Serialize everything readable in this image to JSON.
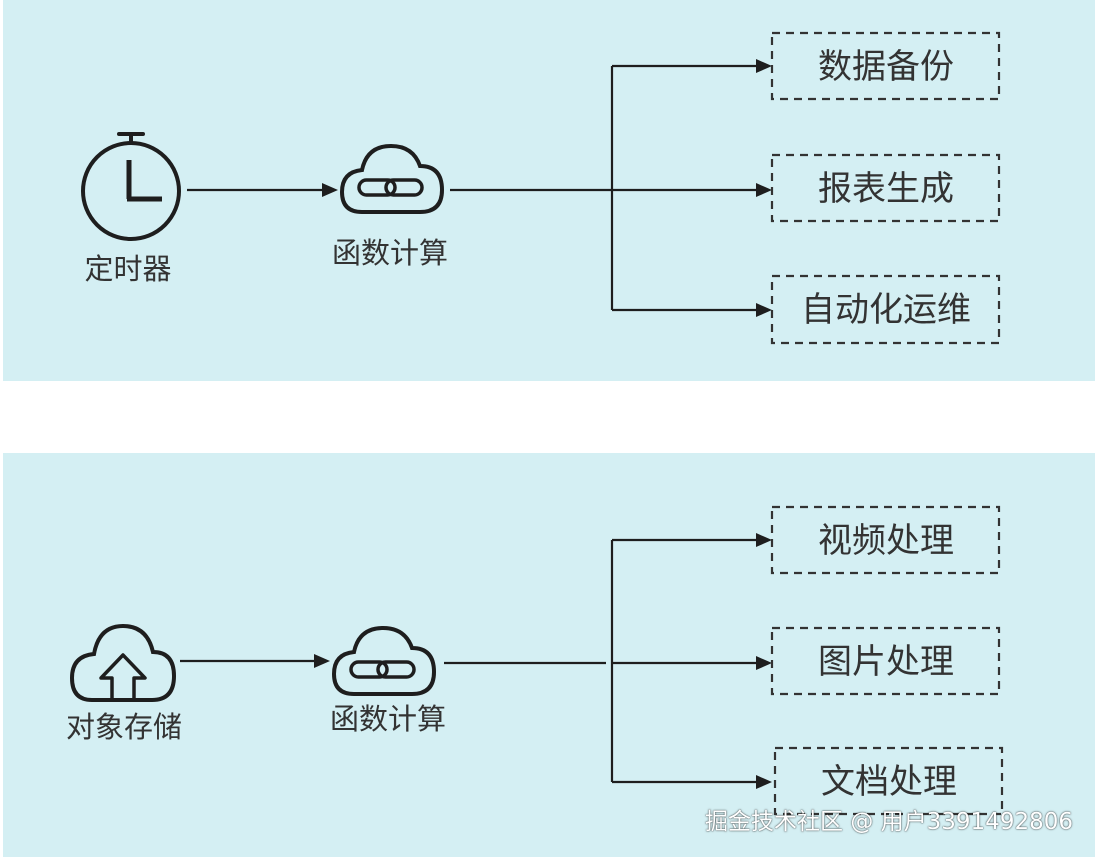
{
  "top": {
    "source_label": "定时器",
    "source_icon": "stopwatch-icon",
    "function_label": "函数计算",
    "function_icon": "cloud-link-icon",
    "targets": [
      "数据备份",
      "报表生成",
      "自动化运维"
    ]
  },
  "bottom": {
    "source_label": "对象存储",
    "source_icon": "cloud-upload-icon",
    "function_label": "函数计算",
    "function_icon": "cloud-link-icon",
    "targets": [
      "视频处理",
      "图片处理",
      "文档处理"
    ]
  },
  "watermark": "掘金技术社区 @ 用户3391492806",
  "colors": {
    "panel": "#d4eff3",
    "line": "#1e1e1e",
    "text": "#333333"
  }
}
